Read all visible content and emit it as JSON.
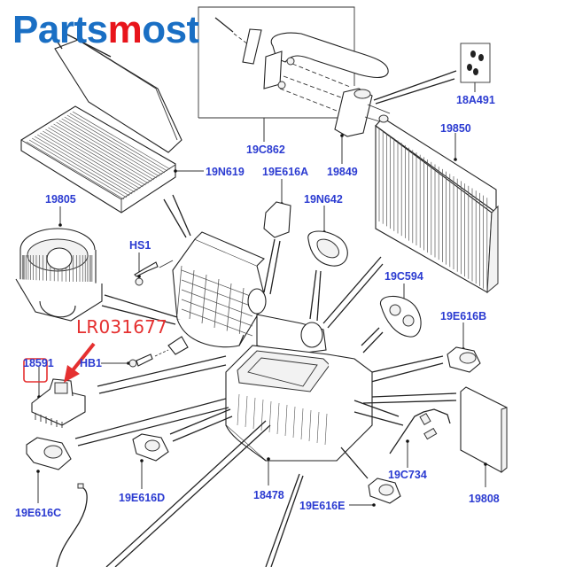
{
  "brand": {
    "logo_part1": "Parts",
    "logo_part2": "m",
    "logo_part3": "ost",
    "blue": "#1a6fc4",
    "red": "#e8141b"
  },
  "annotation": {
    "part_number": "LR031677",
    "color": "#e53030",
    "highlighted_callout": "18591"
  },
  "callouts": {
    "c19C862": "19C862",
    "c18A491": "18A491",
    "c19850": "19850",
    "c19N619": "19N619",
    "c19E616A": "19E616A",
    "c19849": "19849",
    "c19805": "19805",
    "c19N642": "19N642",
    "cHS1": "HS1",
    "c19C594": "19C594",
    "c19E616B": "19E616B",
    "c18591": "18591",
    "cHB1": "HB1",
    "c19C734": "19C734",
    "c19808": "19808",
    "c19E616C": "19E616C",
    "c19E616D": "19E616D",
    "c18478": "18478",
    "c19E616E": "19E616E"
  },
  "label_color": "#2b3bd1"
}
